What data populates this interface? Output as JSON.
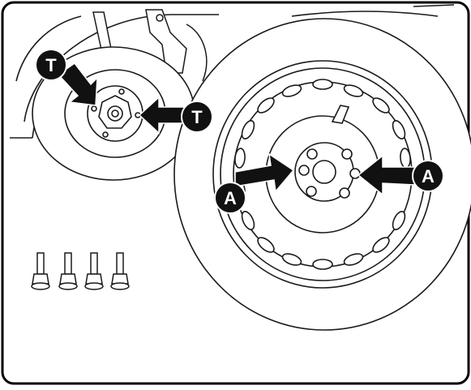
{
  "callouts": {
    "t_top": "T",
    "t_right": "T",
    "a_left": "A",
    "a_right": "A"
  },
  "colors": {
    "line": "#1a1a1a",
    "fill": "#ffffff",
    "badge": "#111111",
    "badge_text": "#ffffff",
    "panel_border": "#000000"
  }
}
